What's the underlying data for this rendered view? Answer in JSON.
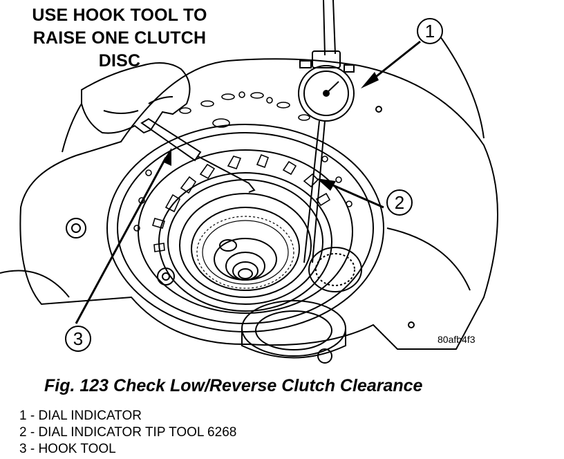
{
  "heading": {
    "lines": [
      "USE HOOK TOOL TO",
      "RAISE ONE CLUTCH",
      "DISC"
    ]
  },
  "callouts": [
    "1",
    "2",
    "3"
  ],
  "figure_code": "80afb4f3",
  "caption": "Fig. 123 Check Low/Reverse Clutch Clearance",
  "legend": [
    "1 - DIAL INDICATOR",
    "2 - DIAL INDICATOR TIP TOOL 6268",
    "3 - HOOK TOOL"
  ]
}
